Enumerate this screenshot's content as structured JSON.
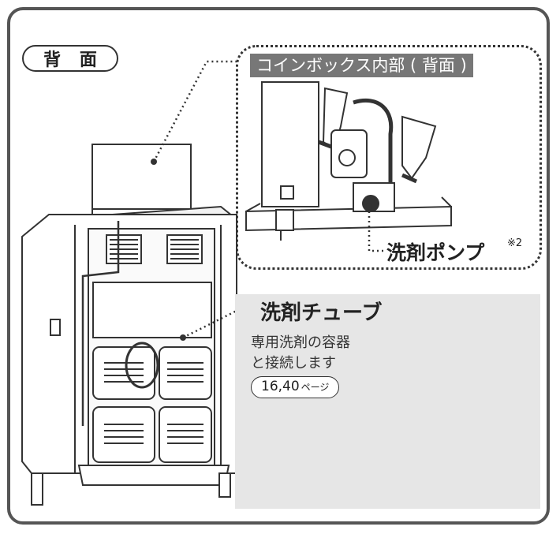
{
  "labels": {
    "back": "背 面",
    "coinbox_interior": "コインボックス内部 ( 背面 )",
    "detergent_pump": "洗剤ポンプ",
    "pump_note": "※2",
    "detergent_tube": "洗剤チューブ",
    "tube_desc_line1": "専用洗剤の容器",
    "tube_desc_line2": "と接続します",
    "page_ref_numbers": "16,40",
    "page_ref_suffix": "ページ"
  },
  "colors": {
    "frame": "#555555",
    "line": "#333333",
    "title_bg": "#777777",
    "panel_bg": "#e6e6e6"
  }
}
